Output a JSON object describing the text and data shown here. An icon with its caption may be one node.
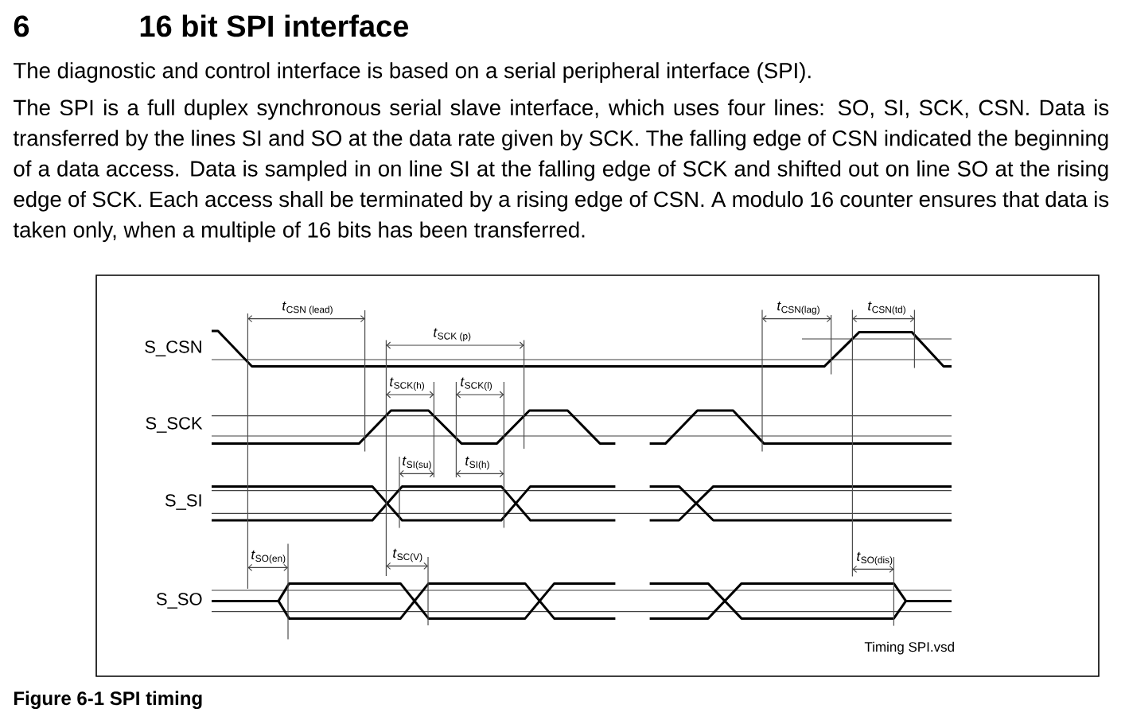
{
  "diagram": {
    "title": "16 bit SPI interface",
    "caption": "Figure 6-1 SPI timing",
    "labels": [
      "6",
      "The diagnostic and control interface is based on a serial peripheral interface (SPI).",
      "The SPI is a full duplex synchronous serial slave interface, which uses four lines: SO, SI, SCK, CSN. Data is transferred by the lines SI and SO at the data rate given by SCK. The falling edge of CSN indicated the beginning of a data access. Data is sampled in on line SI at the falling edge of SCK and shifted out on line SO at the rising edge of SCK. Each access shall be terminated by a rising edge of CSN. A modulo 16 counter ensures that data is taken only, when a multiple of 16 bits has been transferred.",
      "*t*$_{CSN (lead)}$",
      "*t*$_{CSN(lag)}$",
      "*t*$_{CSN(td)}$",
      "*t*$_{SCK (p)}$",
      "S_CSN",
      "*t*$_{SCK(h)}$",
      "*t*$_{SCK(l)}$",
      "S_SCK",
      "*t*$_{SI(su)}$",
      "*t*$_{SI(h)}$",
      "S_SI",
      "*t*$_{SO(en)}$",
      "*t*$_{SC(V)}$",
      "*t*$_{SO(dis)}$",
      "S_SO",
      "Timing SPI.vsd"
    ]
  }
}
